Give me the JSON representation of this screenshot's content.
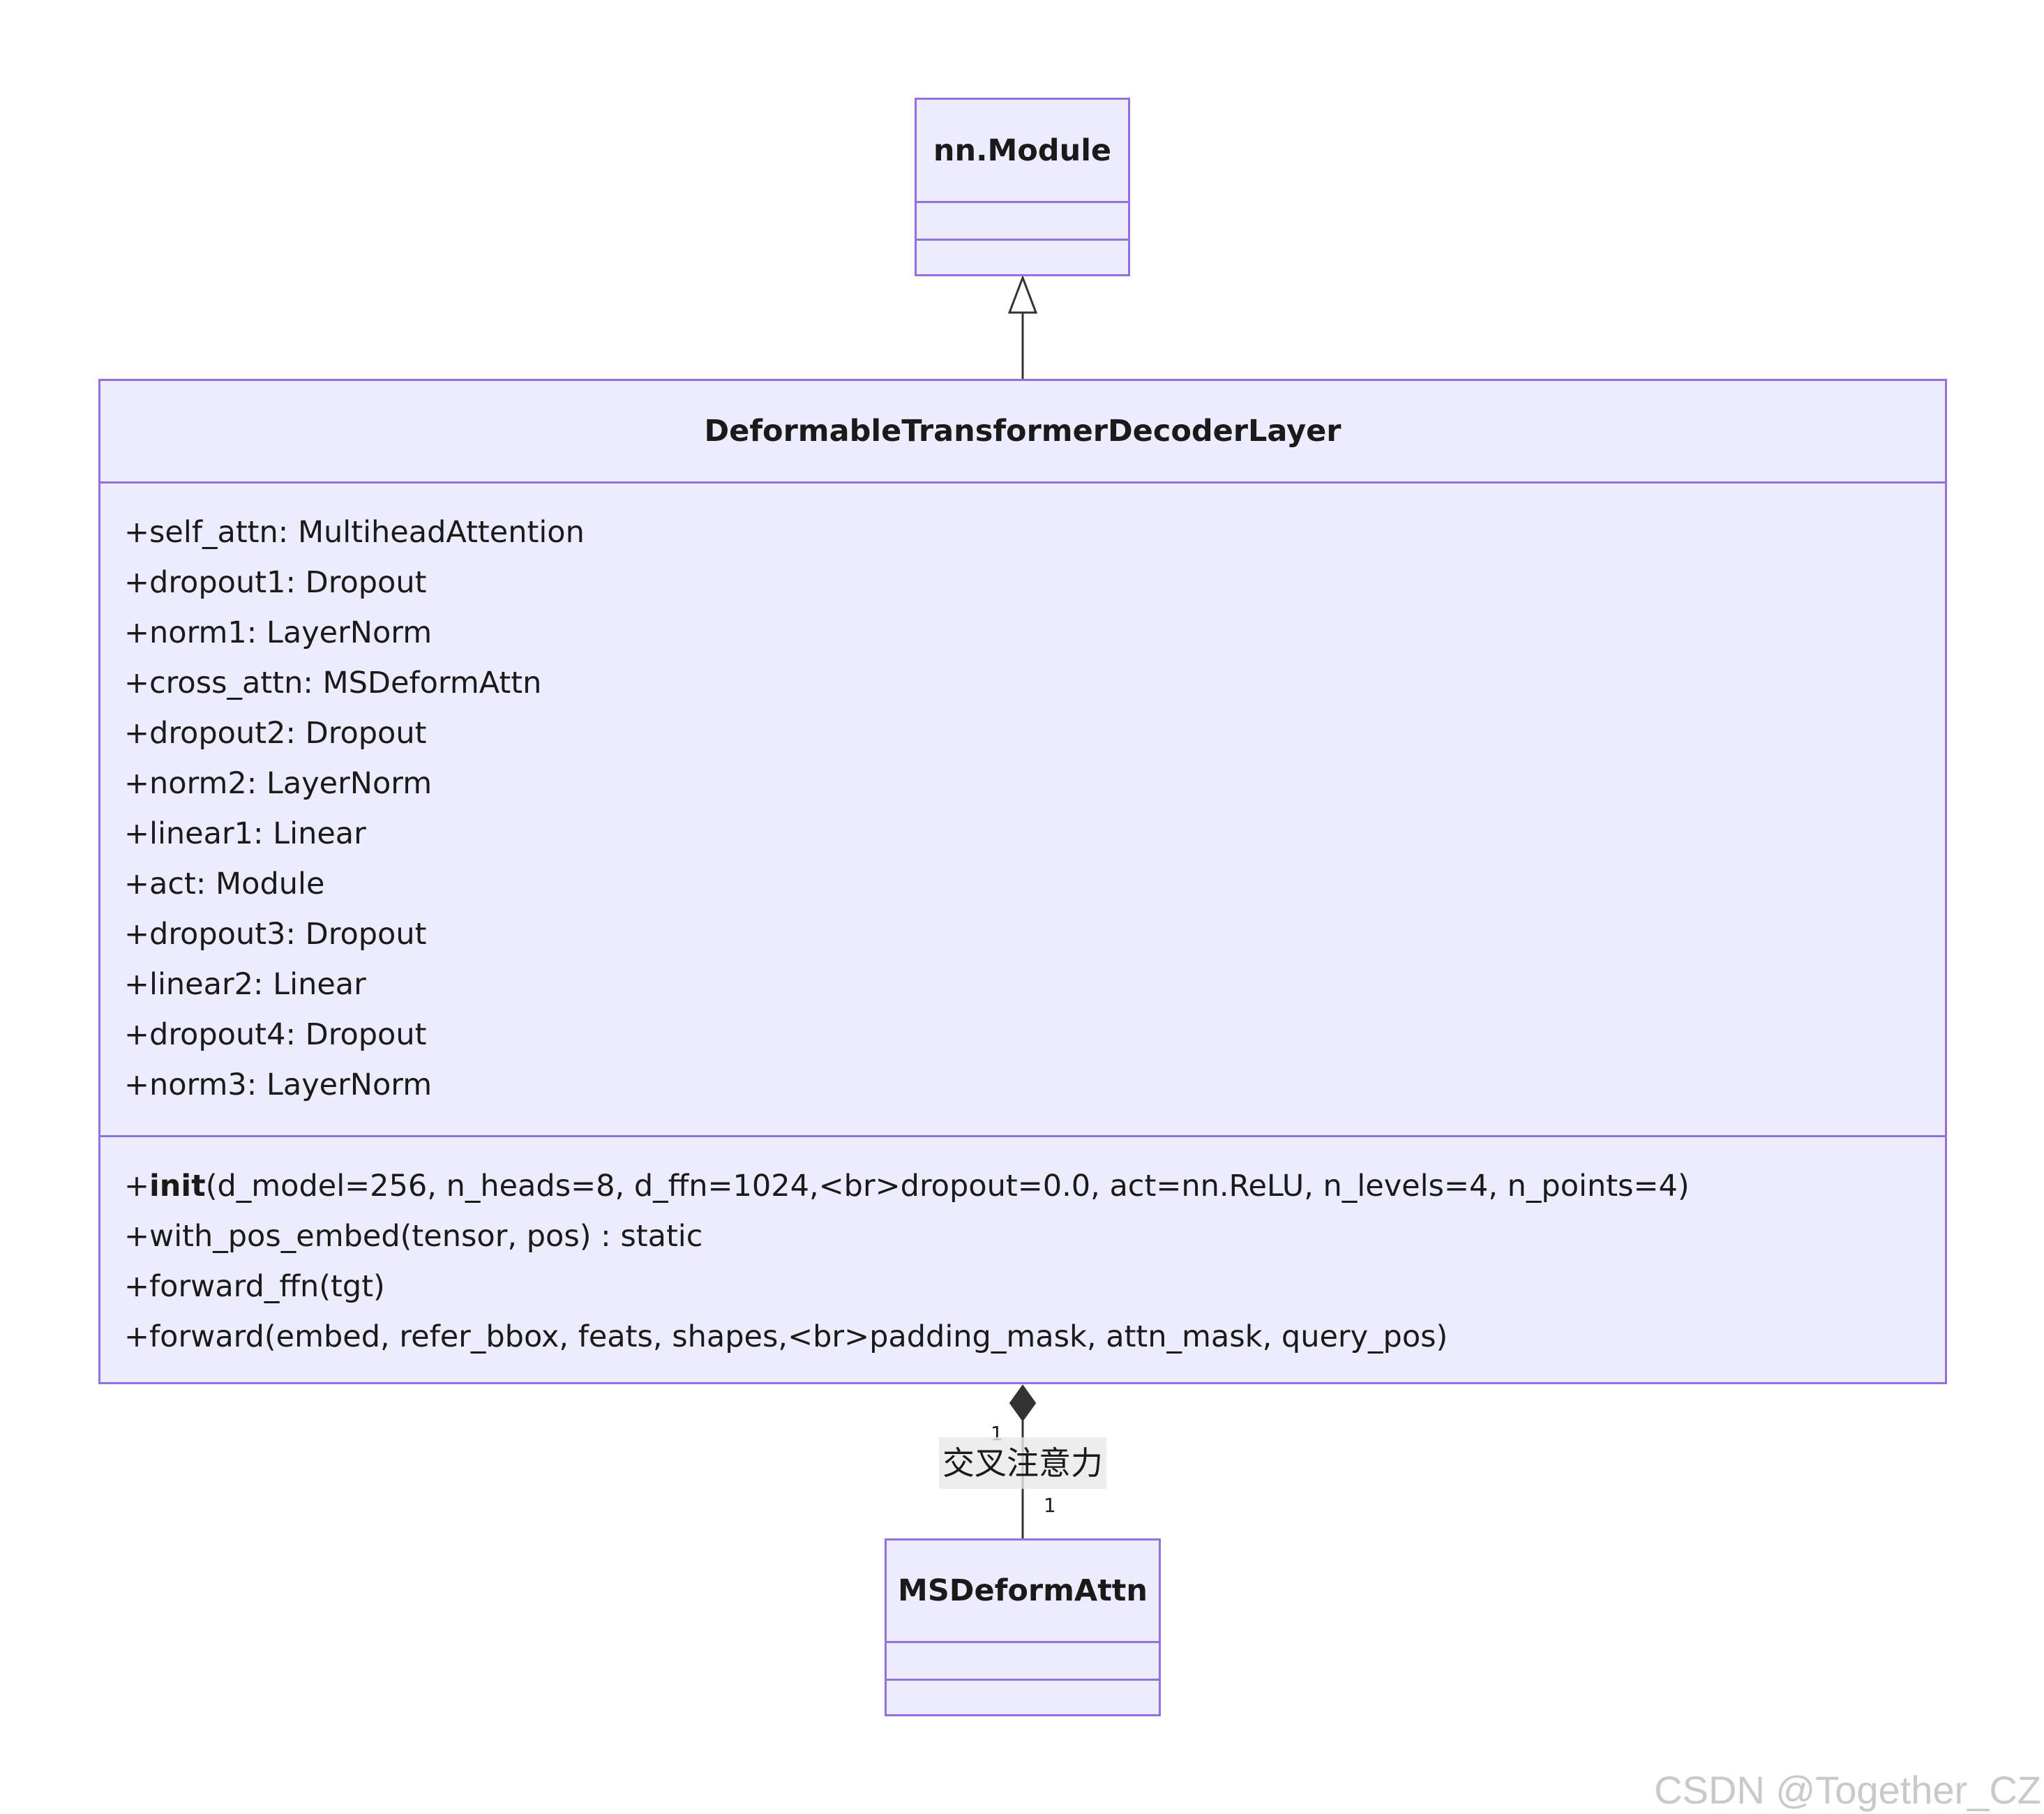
{
  "classes": {
    "nn_module": {
      "name": "nn.Module"
    },
    "decoder_layer": {
      "name": "DeformableTransformerDecoderLayer",
      "attributes": [
        "+self_attn: MultiheadAttention",
        "+dropout1: Dropout",
        "+norm1: LayerNorm",
        "+cross_attn: MSDeformAttn",
        "+dropout2: Dropout",
        "+norm2: LayerNorm",
        "+linear1: Linear",
        "+act: Module",
        "+dropout3: Dropout",
        "+linear2: Linear",
        "+dropout4: Dropout",
        "+norm3: LayerNorm"
      ],
      "methods": {
        "init_prefix": "+",
        "init_name": "init",
        "init_params": "(d_model=256, n_heads=8, d_ffn=1024,<br>dropout=0.0, act=nn.ReLU, n_levels=4, n_points=4)",
        "other": [
          "+with_pos_embed(tensor, pos) : static",
          "+forward_ffn(tgt)",
          "+forward(embed, refer_bbox, feats, shapes,<br>padding_mask, attn_mask, query_pos)"
        ]
      }
    },
    "msdeform_attn": {
      "name": "MSDeformAttn"
    }
  },
  "relations": {
    "inheritance": {
      "from": "DeformableTransformerDecoderLayer",
      "to": "nn.Module"
    },
    "composition": {
      "from": "DeformableTransformerDecoderLayer",
      "to": "MSDeformAttn",
      "label": "交叉注意力",
      "multiplicity_from": "1",
      "multiplicity_to": "1"
    }
  },
  "watermark": "CSDN @Together_CZ",
  "colors": {
    "class_fill": "#ececff",
    "class_border": "#9370db",
    "edge": "#333333"
  }
}
